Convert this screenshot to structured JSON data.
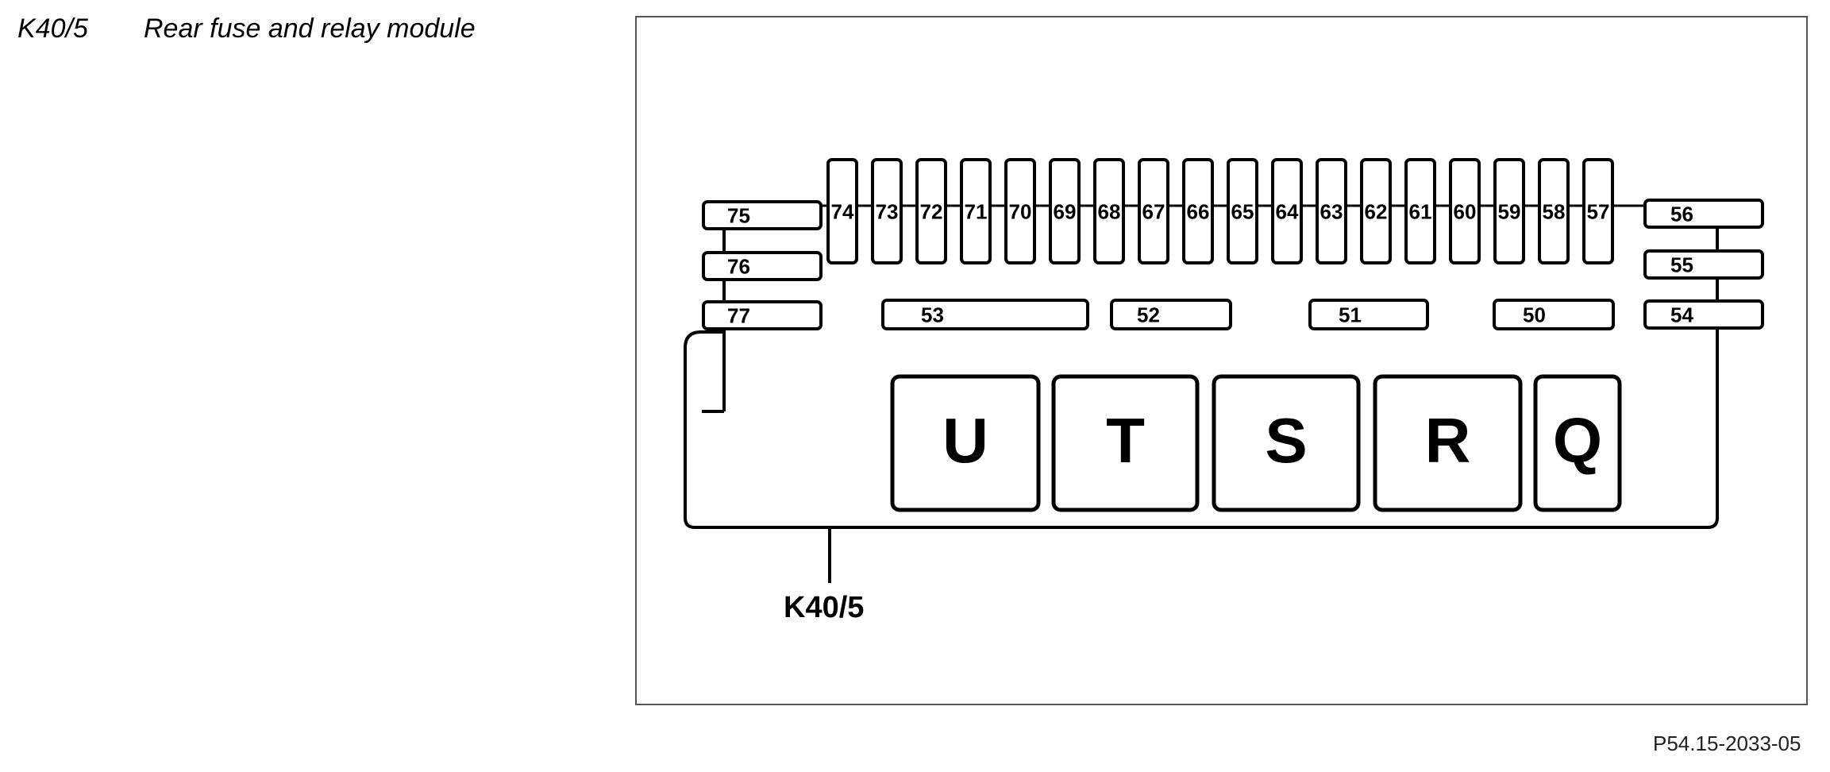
{
  "caption": {
    "code": "K40/5",
    "description": "Rear fuse and relay module"
  },
  "diagram": {
    "component_label": "K40/5",
    "fuses_top_row": [
      "74",
      "73",
      "72",
      "71",
      "70",
      "69",
      "68",
      "67",
      "66",
      "65",
      "64",
      "63",
      "62",
      "61",
      "60",
      "59",
      "58",
      "57"
    ],
    "fuses_left_column": [
      "75",
      "76",
      "77"
    ],
    "fuses_right_column": [
      "56",
      "55",
      "54"
    ],
    "fuses_middle_row": [
      "53",
      "52",
      "51",
      "50"
    ],
    "relays": [
      "U",
      "T",
      "S",
      "R",
      "Q"
    ]
  },
  "figure_ref": "P54.15-2033-05"
}
